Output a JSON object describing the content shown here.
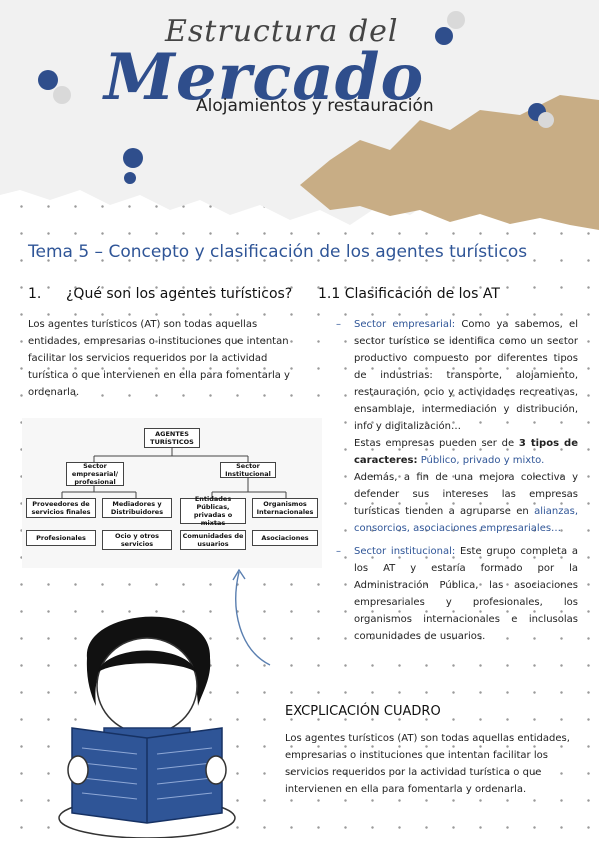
{
  "header": {
    "script_title": "Estructura del",
    "big_title": "Mercado",
    "subtitle": "Alojamientos y restauración"
  },
  "topic_heading": "Tema 5 – Concepto y clasificación de los agentes turísticos",
  "section1": {
    "number": "1.",
    "title": "¿Qué son los agentes turísticos?",
    "text": "Los agentes turísticos (AT) son todas aquellas entidades, empresarias o instituciones que intentan facilitar los servicios requeridos por la actividad turística o que intervienen en ella para fomentarla y ordenarla."
  },
  "section2": {
    "title": "1.1 Clasificación de los AT",
    "bullet1_label": "Sector empresarial:",
    "bullet1_text": " Como ya sabemos, el sector turístico se identifica como un sector productivo compuesto por diferentes tipos de industrias: transporte, alojamiento, restauración, ocio y actividades recreativas, ensamblaje, intermediación y distribución, info y digitalización…",
    "bullet1_p2_a": "Estas empresas pueden ser de ",
    "bullet1_p2_b": "3 tipos de caracteres:",
    "bullet1_p2_c": " Público, privado y mixto.",
    "bullet1_p3_a": "Además, a fin de una mejora colectiva y defender sus intereses las empresas turísticas tienden a agruparse en ",
    "bullet1_p3_b": "alianzas, consorcios, asociaciones empresariales…",
    "bullet2_label": "Sector institucional:",
    "bullet2_text": " Este grupo completa a los AT y estaría formado por la Administración Pública, las asociaciones empresariales y profesionales, los organismos internacionales e inclusolas comunidades de usuarios."
  },
  "diagram": {
    "root": "AGENTES TURÍSTICOS",
    "left_branch": "Sector empresarial/ profesional",
    "right_branch": "Sector Institucional",
    "leaves": [
      "Proveedores de servicios finales",
      "Mediadores y Distribuidores",
      "Entidades Públicas, privadas o mixtas",
      "Organismos Internacionales",
      "Profesionales",
      "Ocio y otros servicios",
      "Comunidades de usuarios",
      "Asociaciones"
    ]
  },
  "explanation": {
    "title": "EXCPLICACIÓN CUADRO",
    "text": "Los agentes turísticos (AT) son todas aquellas entidades, empresarias o instituciones que intentan facilitar los servicios requeridos por la actividad turística o que intervienen en ella para fomentarla y ordenarla."
  },
  "colors": {
    "accent_blue": "#2f5597",
    "title_blue": "#2f4e8c",
    "kraft": "#c8ad85"
  },
  "icons": [
    "reading-child-illustration",
    "curved-arrow-icon",
    "dot-grid"
  ]
}
